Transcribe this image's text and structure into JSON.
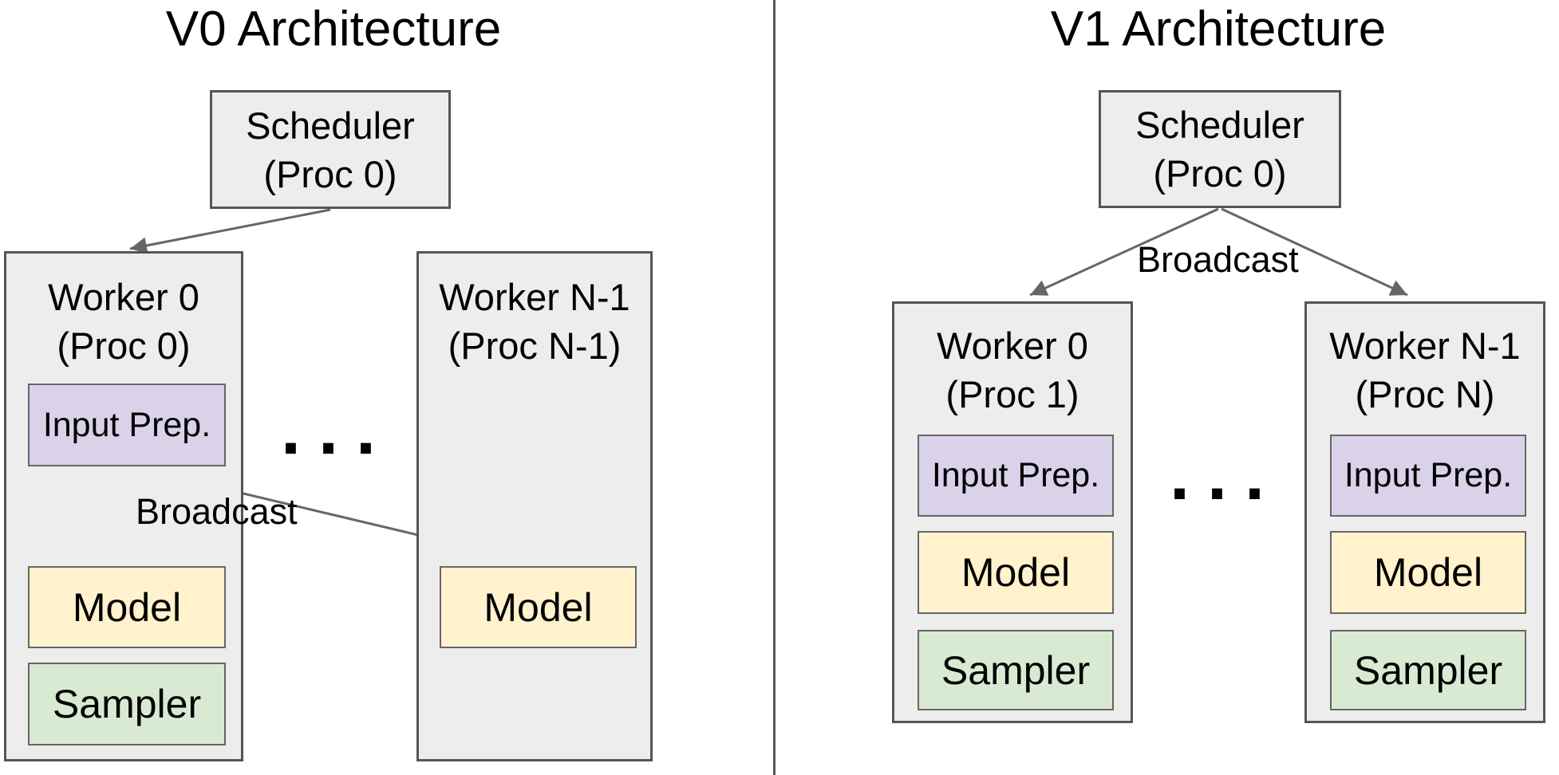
{
  "colors": {
    "background": "#ffffff",
    "panel_fill": "#ededed",
    "panel_border": "#555555",
    "inner_border": "#666666",
    "input_prep_fill": "#d9d2e9",
    "model_fill": "#fff2cc",
    "sampler_fill": "#d9ead3",
    "arrow": "#666666",
    "divider": "#555555",
    "text": "#000000"
  },
  "v0": {
    "title": "V0 Architecture",
    "scheduler": {
      "line1": "Scheduler",
      "line2": "(Proc 0)"
    },
    "broadcast_label": "Broadcast",
    "ellipsis": "...",
    "worker0": {
      "line1": "Worker 0",
      "line2": "(Proc 0)",
      "input_prep": "Input Prep.",
      "model": "Model",
      "sampler": "Sampler"
    },
    "workerN": {
      "line1": "Worker N-1",
      "line2": "(Proc N-1)",
      "model": "Model"
    }
  },
  "v1": {
    "title": "V1 Architecture",
    "scheduler": {
      "line1": "Scheduler",
      "line2": "(Proc 0)"
    },
    "broadcast_label": "Broadcast",
    "ellipsis": "...",
    "worker0": {
      "line1": "Worker 0",
      "line2": "(Proc 1)",
      "input_prep": "Input Prep.",
      "model": "Model",
      "sampler": "Sampler"
    },
    "workerN": {
      "line1": "Worker N-1",
      "line2": "(Proc N)",
      "input_prep": "Input Prep.",
      "model": "Model",
      "sampler": "Sampler"
    }
  }
}
